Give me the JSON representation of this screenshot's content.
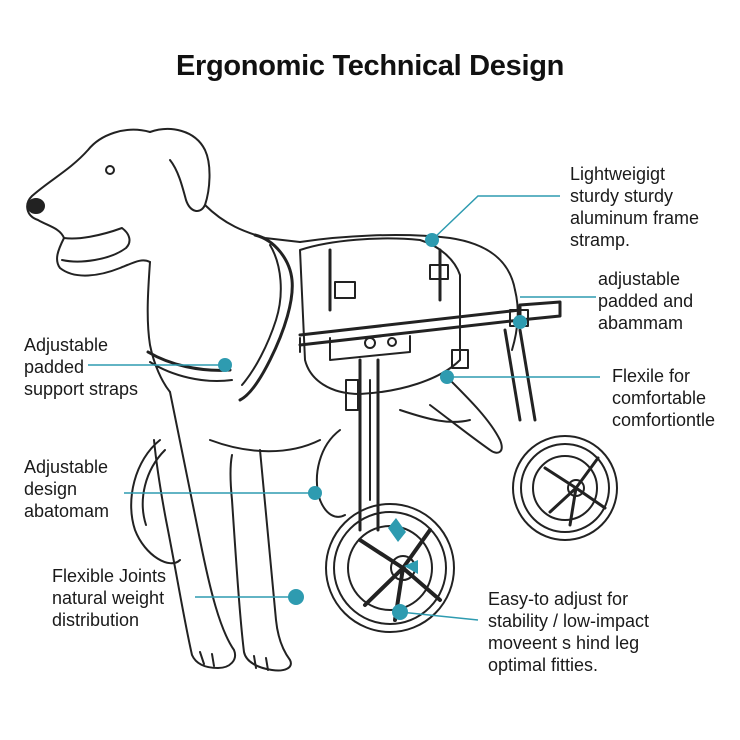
{
  "title": "Ergonomic Technical Design",
  "accent_color": "#2e9bb0",
  "callouts": [
    {
      "id": "frame",
      "text": "Lightweigigt\nsturdy sturdy\naluminum frame\nstramp."
    },
    {
      "id": "padded-right",
      "text": "adjustable\npadded and\nabammam"
    },
    {
      "id": "flexile",
      "text": "Flexile for\ncomfortable\ncomfortiontle"
    },
    {
      "id": "straps",
      "text": "Adjustable\npadded\nsupport straps"
    },
    {
      "id": "design",
      "text": "Adjustable\ndesign\nabatomam"
    },
    {
      "id": "joints",
      "text": "Flexible Joints\nnatural weight\ndistribution"
    },
    {
      "id": "stability",
      "text": "Easy-to adjust for\nstability / low-impact\nmoveent s hind leg\noptimal fitties."
    }
  ],
  "illustration": {
    "subject": "dog-in-rear-wheelchair",
    "icon": "dog-wheelchair-illustration"
  }
}
